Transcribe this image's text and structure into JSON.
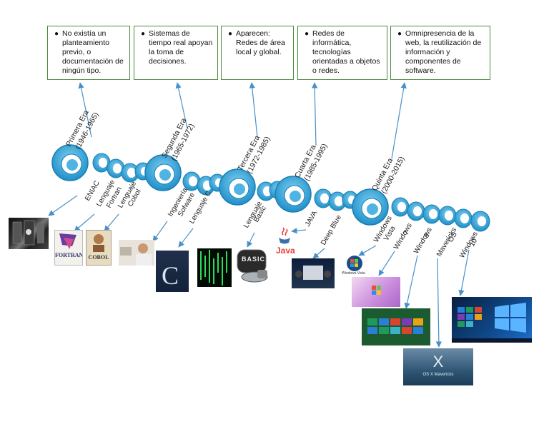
{
  "boxes": [
    {
      "text": "No existía un planteamiento previo, o documentación de ningún tipo."
    },
    {
      "text": "Sistemas de tiempo real apoyan la toma de decisiones."
    },
    {
      "text": "Aparecen: Redes de área local y global."
    },
    {
      "text": "Redes de informática, tecnologías orientadas a objetos o redes."
    },
    {
      "text": "Omnipresencia de la web, la reutilización de información y componentes de software."
    }
  ],
  "eras": [
    {
      "name": "Primera Era",
      "years": "(1946-1965)"
    },
    {
      "name": "Segunda Era",
      "years": "(1965-1972)"
    },
    {
      "name": "Tercera Era",
      "years": "(1972-1985)"
    },
    {
      "name": "Cuarta Era",
      "years": "(1985-1995)"
    },
    {
      "name": "Quinta Era",
      "years": "(2000-2015)"
    }
  ],
  "items": [
    {
      "l1": "ENIAC",
      "l2": ""
    },
    {
      "l1": "Lenguaje",
      "l2": "Fortran"
    },
    {
      "l1": "Lenguaje",
      "l2": "Cobol"
    },
    {
      "l1": "Ingeniería",
      "l2": "Sofware"
    },
    {
      "l1": "Lenguaje C",
      "l2": ""
    },
    {
      "l1": "Lenguaje",
      "l2": "Basic"
    },
    {
      "l1": "JAVA",
      "l2": ""
    },
    {
      "l1": "Deep Blue",
      "l2": ""
    },
    {
      "l1": "Windows",
      "l2": "Vista"
    },
    {
      "l1": "Windows",
      "l2": "7"
    },
    {
      "l1": "Windows",
      "l2": "8"
    },
    {
      "l1": "Mavericks",
      "l2": "OS"
    },
    {
      "l1": "Windows",
      "l2": "10"
    }
  ],
  "images": {
    "fortran": "FORTRAN",
    "cobol": "COBOL",
    "c_book": "C",
    "basic": "BASIC",
    "java": "Java",
    "winvista": "Windows Vista",
    "osx": "X",
    "osx_caption": "OS X Mavericks"
  },
  "colors": {
    "ring": "#29a8dc",
    "ring_dark": "#1b7fb3",
    "box_border": "#4a8a3e",
    "arrow": "#4a90c8"
  }
}
